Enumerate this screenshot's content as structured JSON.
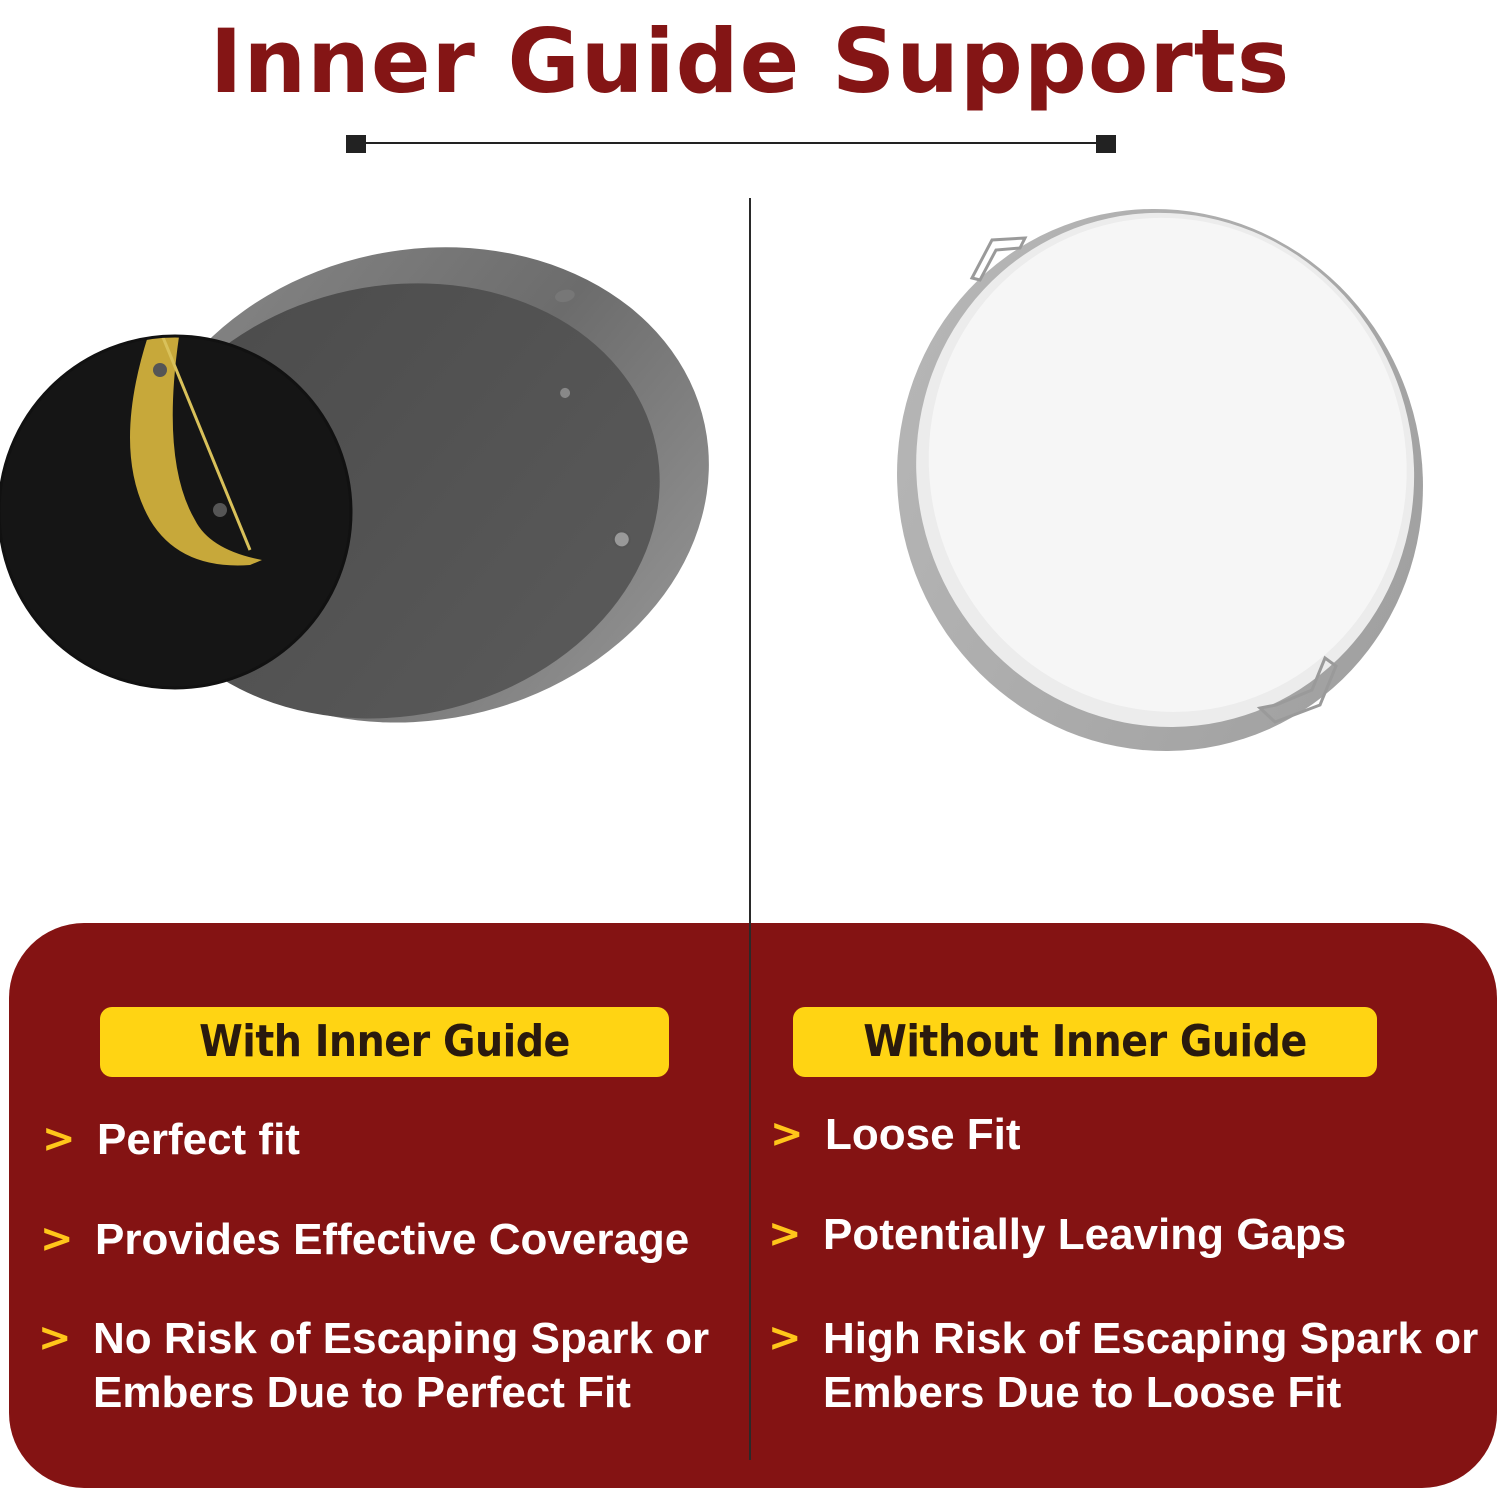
{
  "header": {
    "title": "Inner Guide Supports"
  },
  "colors": {
    "title": "#841515",
    "panel": "#841313",
    "badge": "#FFD413",
    "arrow": "#FFC61A"
  },
  "icons": {
    "bullet": "chevron-right-icon"
  },
  "left": {
    "badge": "With Inner Guide",
    "bullets": [
      {
        "mark": ">",
        "text": "Perfect fit"
      },
      {
        "mark": ">",
        "text": "Provides Effective Coverage"
      },
      {
        "mark": ">",
        "text": "No Risk of Escaping Spark or Embers Due to Perfect Fit"
      }
    ]
  },
  "right": {
    "badge": "Without Inner Guide",
    "bullets": [
      {
        "mark": ">",
        "text": "Loose Fit"
      },
      {
        "mark": ">",
        "text": "Potentially Leaving Gaps"
      },
      {
        "mark": ">",
        "text": "High Risk of Escaping Spark or Embers Due to Loose Fit"
      }
    ]
  }
}
